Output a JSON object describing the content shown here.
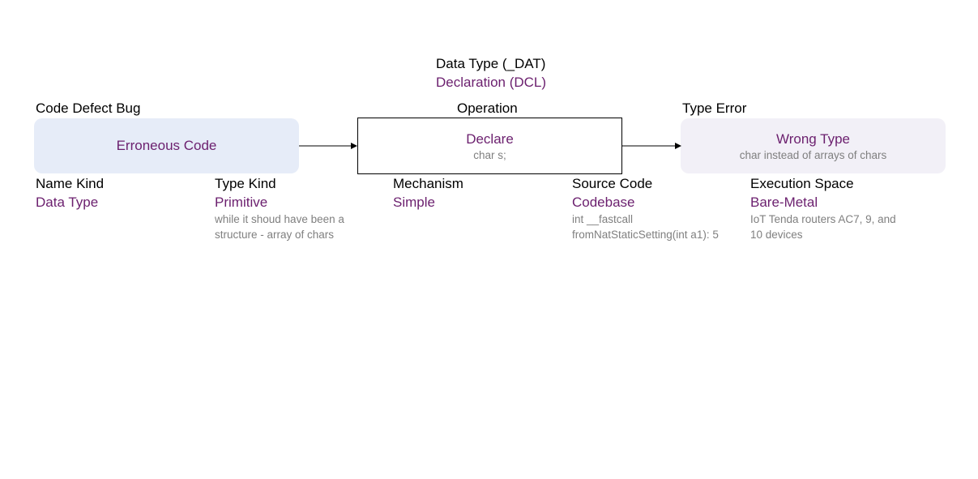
{
  "header": {
    "category": "Data Type (_DAT)",
    "class": "Declaration (DCL)"
  },
  "labels": {
    "cause": "Code Defect Bug",
    "operation": "Operation",
    "consequence": "Type Error"
  },
  "boxes": {
    "cause": {
      "title": "Erroneous Code"
    },
    "operation": {
      "title": "Declare",
      "detail": "char s;"
    },
    "consequence": {
      "title": "Wrong Type",
      "detail": "char instead of arrays of chars"
    }
  },
  "attributes": [
    {
      "name": "Name Kind",
      "value": "Data Type",
      "note": ""
    },
    {
      "name": "Type Kind",
      "value": "Primitive",
      "note": "while it shoud have been a structure - array of chars"
    },
    {
      "name": "Mechanism",
      "value": "Simple",
      "note": ""
    },
    {
      "name": "Source Code",
      "value": "Codebase",
      "note": "int __fastcall fromNatStaticSetting(int a1): 5"
    },
    {
      "name": "Execution Space",
      "value": "Bare-Metal",
      "note": "IoT Tenda routers AC7, 9, and 10 devices"
    }
  ]
}
